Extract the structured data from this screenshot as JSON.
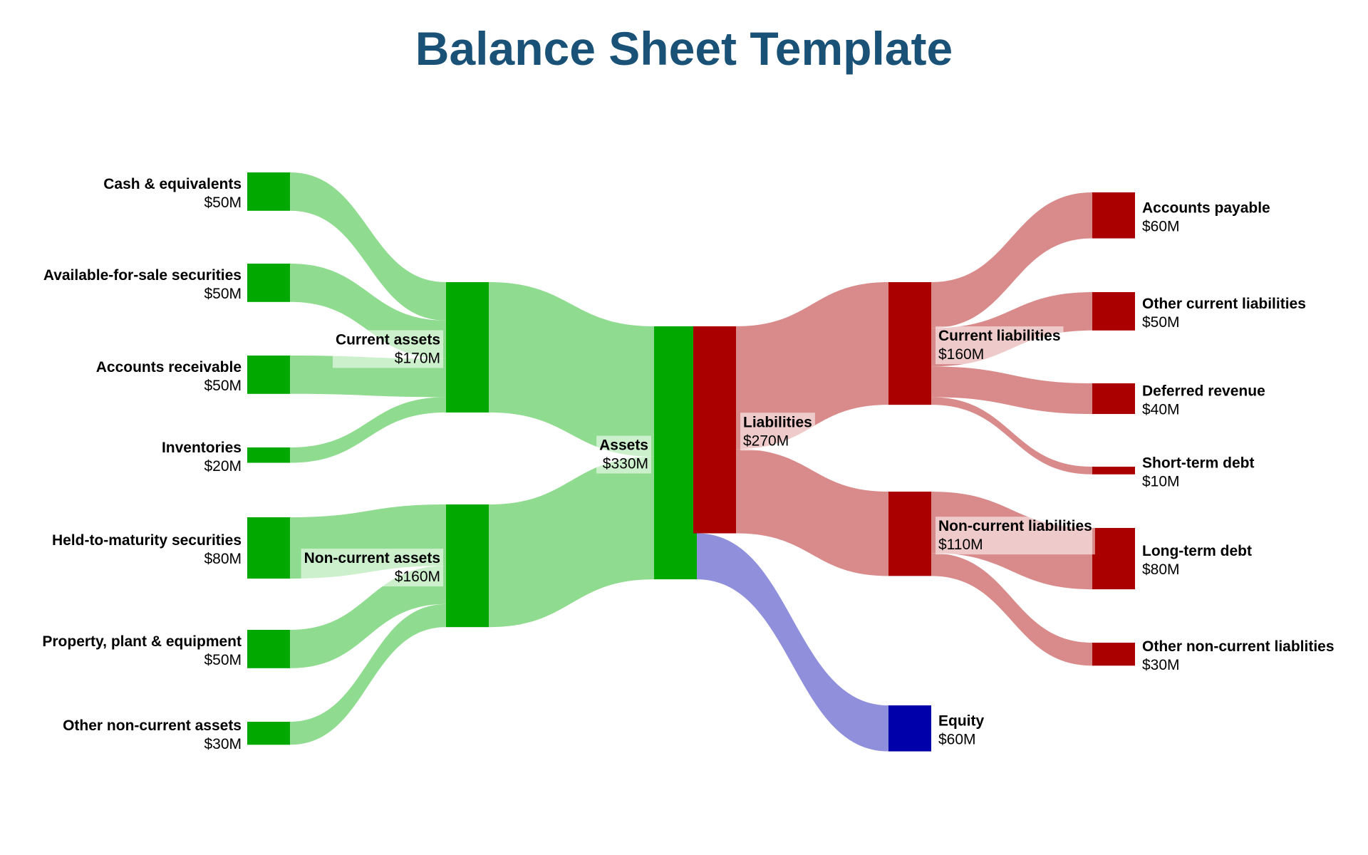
{
  "chart_data": {
    "type": "sankey",
    "title": "Balance Sheet Template",
    "colors": {
      "asset_node": "#00a800",
      "asset_link": "#8fdb8f",
      "liability_node": "#aa0000",
      "liability_link": "#d98b8b",
      "equity_node": "#0000aa",
      "equity_link": "#8f8fdb",
      "title": "#1a5176"
    },
    "nodes": [
      {
        "id": "cash",
        "name": "Cash & equivalents",
        "value": 50,
        "label": "$50M",
        "group": "asset"
      },
      {
        "id": "afs",
        "name": "Available-for-sale securities",
        "value": 50,
        "label": "$50M",
        "group": "asset"
      },
      {
        "id": "ar",
        "name": "Accounts receivable",
        "value": 50,
        "label": "$50M",
        "group": "asset"
      },
      {
        "id": "inv",
        "name": "Inventories",
        "value": 20,
        "label": "$20M",
        "group": "asset"
      },
      {
        "id": "htm",
        "name": "Held-to-maturity securities",
        "value": 80,
        "label": "$80M",
        "group": "asset"
      },
      {
        "id": "ppe",
        "name": "Property, plant & equipment",
        "value": 50,
        "label": "$50M",
        "group": "asset"
      },
      {
        "id": "onca",
        "name": "Other non-current assets",
        "value": 30,
        "label": "$30M",
        "group": "asset"
      },
      {
        "id": "ca",
        "name": "Current assets",
        "value": 170,
        "label": "$170M",
        "group": "asset"
      },
      {
        "id": "nca",
        "name": "Non-current assets",
        "value": 160,
        "label": "$160M",
        "group": "asset"
      },
      {
        "id": "assets",
        "name": "Assets",
        "value": 330,
        "label": "$330M",
        "group": "asset"
      },
      {
        "id": "liab",
        "name": "Liabilities",
        "value": 270,
        "label": "$270M",
        "group": "liability"
      },
      {
        "id": "cl",
        "name": "Current liabilities",
        "value": 160,
        "label": "$160M",
        "group": "liability"
      },
      {
        "id": "ncl",
        "name": "Non-current liabilities",
        "value": 110,
        "label": "$110M",
        "group": "liability"
      },
      {
        "id": "equity",
        "name": "Equity",
        "value": 60,
        "label": "$60M",
        "group": "equity"
      },
      {
        "id": "ap",
        "name": "Accounts payable",
        "value": 60,
        "label": "$60M",
        "group": "liability"
      },
      {
        "id": "ocl",
        "name": "Other current liabilities",
        "value": 50,
        "label": "$50M",
        "group": "liability"
      },
      {
        "id": "dr",
        "name": "Deferred revenue",
        "value": 40,
        "label": "$40M",
        "group": "liability"
      },
      {
        "id": "std",
        "name": "Short-term debt",
        "value": 10,
        "label": "$10M",
        "group": "liability"
      },
      {
        "id": "ltd",
        "name": "Long-term debt",
        "value": 80,
        "label": "$80M",
        "group": "liability"
      },
      {
        "id": "oncl",
        "name": "Other non-current liablities",
        "value": 30,
        "label": "$30M",
        "group": "liability"
      }
    ],
    "links": [
      {
        "source": "cash",
        "target": "ca",
        "value": 50
      },
      {
        "source": "afs",
        "target": "ca",
        "value": 50
      },
      {
        "source": "ar",
        "target": "ca",
        "value": 50
      },
      {
        "source": "inv",
        "target": "ca",
        "value": 20
      },
      {
        "source": "htm",
        "target": "nca",
        "value": 80
      },
      {
        "source": "ppe",
        "target": "nca",
        "value": 50
      },
      {
        "source": "onca",
        "target": "nca",
        "value": 30
      },
      {
        "source": "ca",
        "target": "assets",
        "value": 170
      },
      {
        "source": "nca",
        "target": "assets",
        "value": 160
      },
      {
        "source": "assets",
        "target": "liab",
        "value": 270
      },
      {
        "source": "assets",
        "target": "equity",
        "value": 60
      },
      {
        "source": "liab",
        "target": "cl",
        "value": 160
      },
      {
        "source": "liab",
        "target": "ncl",
        "value": 110
      },
      {
        "source": "cl",
        "target": "ap",
        "value": 60
      },
      {
        "source": "cl",
        "target": "ocl",
        "value": 50
      },
      {
        "source": "cl",
        "target": "dr",
        "value": 40
      },
      {
        "source": "cl",
        "target": "std",
        "value": 10
      },
      {
        "source": "ncl",
        "target": "ltd",
        "value": 80
      },
      {
        "source": "ncl",
        "target": "oncl",
        "value": 30
      }
    ]
  }
}
